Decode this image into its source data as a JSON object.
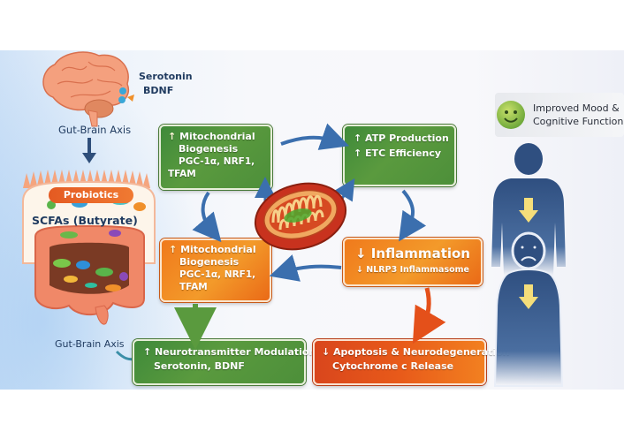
{
  "brain": {
    "labels": [
      "Serotonin",
      "BDNF"
    ],
    "axis_label": "Gut-Brain Axis"
  },
  "gut": {
    "banner": "Probiotics",
    "label": "SCFAs (Butyrate)",
    "axis_label": "Gut-Brain Axis"
  },
  "boxes": {
    "biogenesis_top": {
      "arrow": "↑",
      "lines": [
        "Mitochondrial",
        "Biogenesis",
        "PGC-1α, NRF1,",
        "TFAM"
      ]
    },
    "atp": {
      "lines": [
        "↑ ATP Production",
        "↑ ETC Efficiency"
      ]
    },
    "biogenesis_mid": {
      "arrow": "↑",
      "lines": [
        "Mitochondrial",
        "Biogenesis",
        "PGC-1α, NRF1,",
        "TFAM"
      ]
    },
    "inflammation": {
      "title": "↓ Inflammation",
      "sub": "↓ NLRP3 Inflammasome"
    },
    "neurotransmitter": {
      "lines": [
        "↑ Neurotransmitter Modulation",
        "Serotonin, BDNF"
      ]
    },
    "apoptosis": {
      "lines": [
        "↓ Apoptosis & Neurodegeneration",
        "Cytochrome c Release"
      ]
    }
  },
  "outcome": {
    "icon": "smiley-face-icon",
    "lines": [
      "Improved Mood &",
      "Cognitive Function"
    ]
  },
  "colors": {
    "green": "#4d8f3a",
    "orange": "#f07a1c",
    "red": "#e0501a",
    "blue_arrow": "#3b6fae",
    "figure": "#2f4f80",
    "text_dark": "#1f3a5f"
  }
}
